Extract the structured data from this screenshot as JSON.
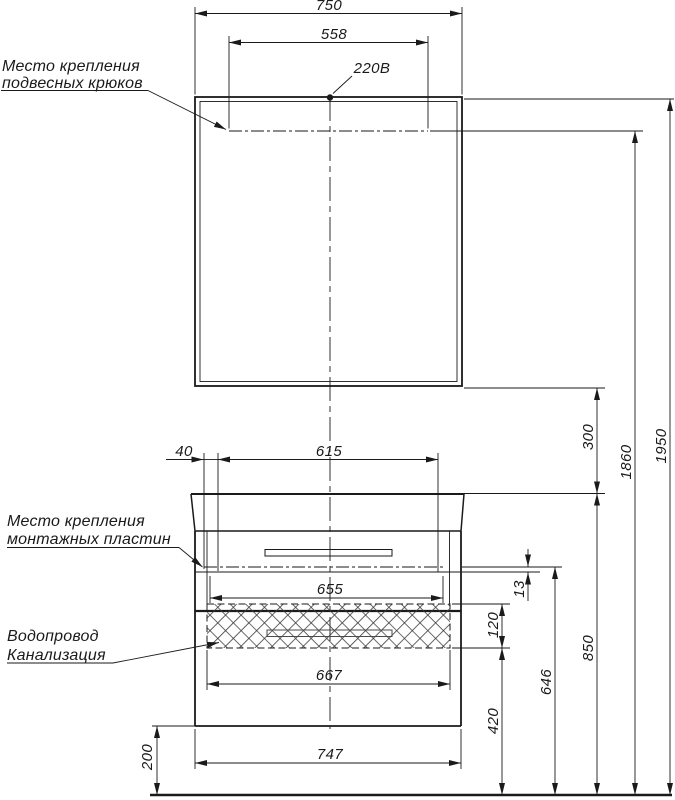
{
  "meta": {
    "drawing_type": "furniture installation drawing",
    "background_color": "#ffffff",
    "line_color": "#1a1a1a",
    "units": "mm"
  },
  "annotations": {
    "hooks_label_line1": "Место крепления",
    "hooks_label_line2": "подвесных крюков",
    "plates_label_line1": "Место крепления",
    "plates_label_line2": "монтажных пластин",
    "water_label": "Водопровод",
    "sewer_label": "Канализация",
    "outlet_label": "220В"
  },
  "dimensions": {
    "mirror_width": "750",
    "hooks_spacing": "558",
    "mirror_to_vanity_gap": "300",
    "hooks_height": "1860",
    "total_height": "1950",
    "plate_side_offset": "40",
    "plates_spacing": "615",
    "inner_width": "655",
    "plate_drop": "13",
    "service_zone_height": "120",
    "service_zone_width": "667",
    "plates_height_above_floor": "646",
    "worktop_height": "850",
    "service_zone_bottom_height": "420",
    "vanity_width": "747",
    "floor_clearance": "200"
  }
}
